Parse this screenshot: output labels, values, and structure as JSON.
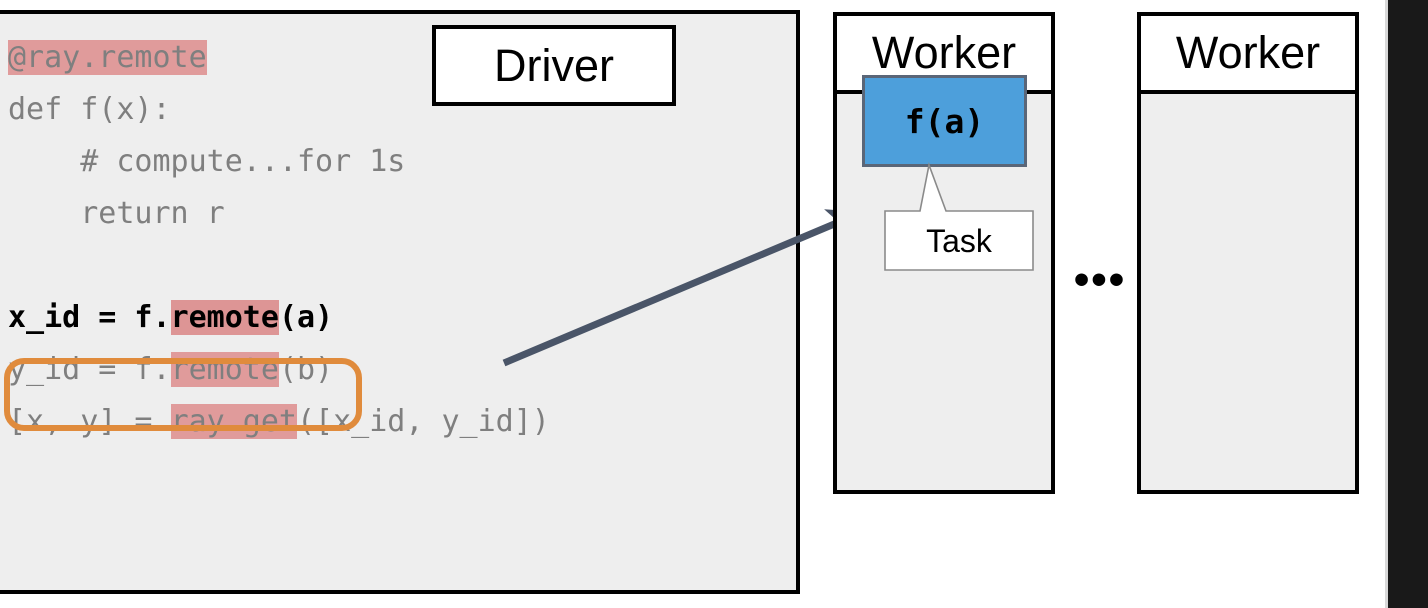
{
  "colors": {
    "panel_bg": "#eeeeee",
    "highlight_pink": "#e09b9b",
    "callout_orange": "#e08b3c",
    "task_blue": "#4d9fdb",
    "arrow_slate": "#4a5568",
    "border_black": "#000000",
    "edge_strip": "#191919"
  },
  "code_panel": {
    "name": "ray-code-snippet",
    "lines": [
      {
        "id": "line-decorator",
        "emphasis": false,
        "segments": [
          {
            "text": "@ray.remote",
            "highlight": true
          }
        ]
      },
      {
        "id": "line-def",
        "emphasis": false,
        "segments": [
          {
            "text": "def f(x):",
            "highlight": false
          }
        ]
      },
      {
        "id": "line-comment",
        "emphasis": false,
        "segments": [
          {
            "text": "    # compute...for 1s",
            "highlight": false
          }
        ]
      },
      {
        "id": "line-return",
        "emphasis": false,
        "segments": [
          {
            "text": "    return r",
            "highlight": false
          }
        ]
      },
      {
        "id": "line-blank",
        "emphasis": false,
        "segments": [
          {
            "text": " ",
            "highlight": false
          }
        ]
      },
      {
        "id": "line-x-id",
        "emphasis": true,
        "segments": [
          {
            "text": "x_id = f.",
            "highlight": false
          },
          {
            "text": "remote",
            "highlight": true
          },
          {
            "text": "(a)",
            "highlight": false
          }
        ]
      },
      {
        "id": "line-y-id",
        "emphasis": false,
        "segments": [
          {
            "text": "y_id = f.",
            "highlight": false
          },
          {
            "text": "remote",
            "highlight": true
          },
          {
            "text": "(b)",
            "highlight": false
          }
        ]
      },
      {
        "id": "line-get",
        "emphasis": false,
        "segments": [
          {
            "text": "[x, y] = ",
            "highlight": false
          },
          {
            "text": "ray.get",
            "highlight": true
          },
          {
            "text": "([x_id, y_id])",
            "highlight": false
          }
        ]
      }
    ]
  },
  "driver": {
    "label": "Driver"
  },
  "workers": [
    {
      "id": "worker-1",
      "label": "Worker",
      "task": {
        "label": "f(a)",
        "callout_label": "Task"
      }
    },
    {
      "id": "worker-2",
      "label": "Worker",
      "task": null
    }
  ],
  "ellipsis": {
    "label": "•••"
  }
}
